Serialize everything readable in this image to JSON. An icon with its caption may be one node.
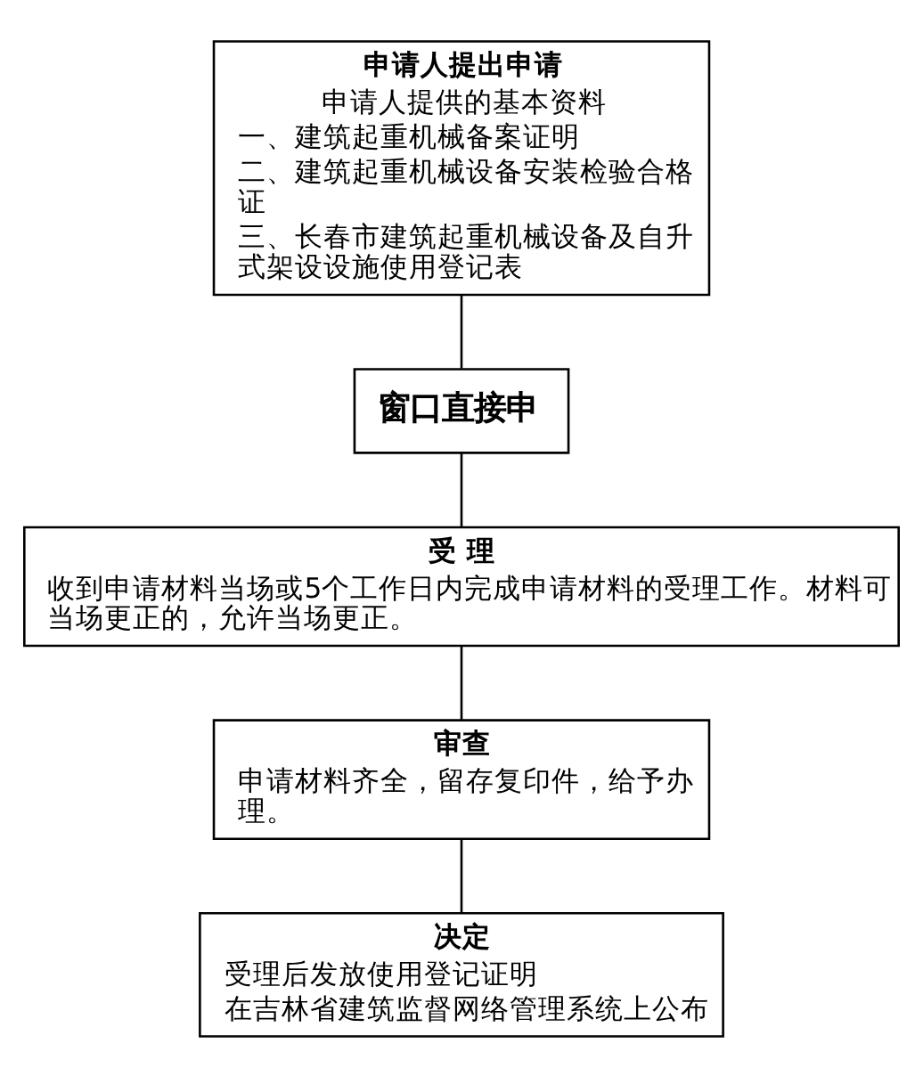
{
  "diagram": {
    "nodes": [
      {
        "text": [
          "申请人提出申请",
          "申请人提供的基本资料",
          "一、建筑起重机械备案证明",
          "二、建筑起重机械设备安装检验合格证",
          "三、长春市建筑起重机械设备及自升式架设设施使用登记表"
        ]
      },
      {
        "text": [
          "窗口直接申"
        ]
      },
      {
        "text": [
          "受 理",
          "收到申请材料当场或5个工作日内完成申请材料的受理工作。材料可当场更正的，允许当场更正。"
        ]
      },
      {
        "text": [
          "审查",
          "申请材料齐全，留存复印件，给予办理。"
        ]
      },
      {
        "text": [
          "决定",
          "受理后发放使用登记证明",
          "在吉林省建筑监督网络管理系统上公布"
        ]
      }
    ],
    "edges": [
      {
        "from": 0,
        "to": 1,
        "arrow": "none"
      },
      {
        "from": 1,
        "to": 2,
        "arrow": "none"
      },
      {
        "from": 2,
        "to": 3,
        "arrow": "none"
      },
      {
        "from": 3,
        "to": 4,
        "arrow": "none"
      }
    ]
  }
}
